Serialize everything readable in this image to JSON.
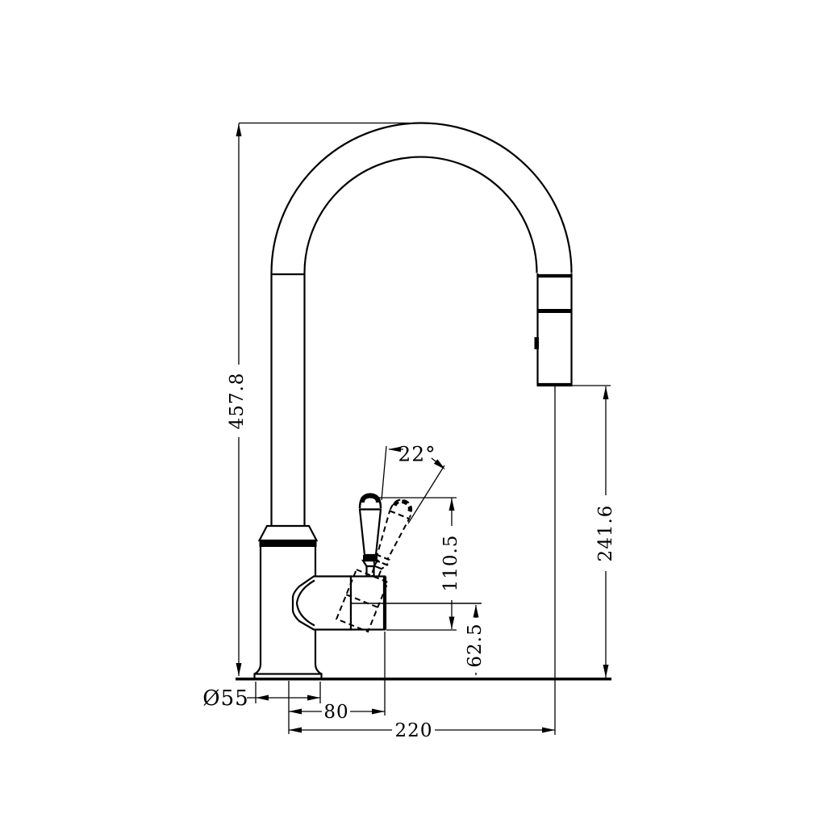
{
  "drawing": {
    "kind": "faucet-technical-drawing",
    "colors": {
      "line": "#000000",
      "background": "#ffffff"
    },
    "dimensions": {
      "overall_height": "457.8",
      "spout_tip_height": "241.6",
      "handle_top_height": "110.5",
      "valve_center_height": "62.5",
      "handle_swing_angle": "22°",
      "base_diameter": "Ø55",
      "valve_center_offset": "80",
      "spout_reach": "220"
    }
  }
}
